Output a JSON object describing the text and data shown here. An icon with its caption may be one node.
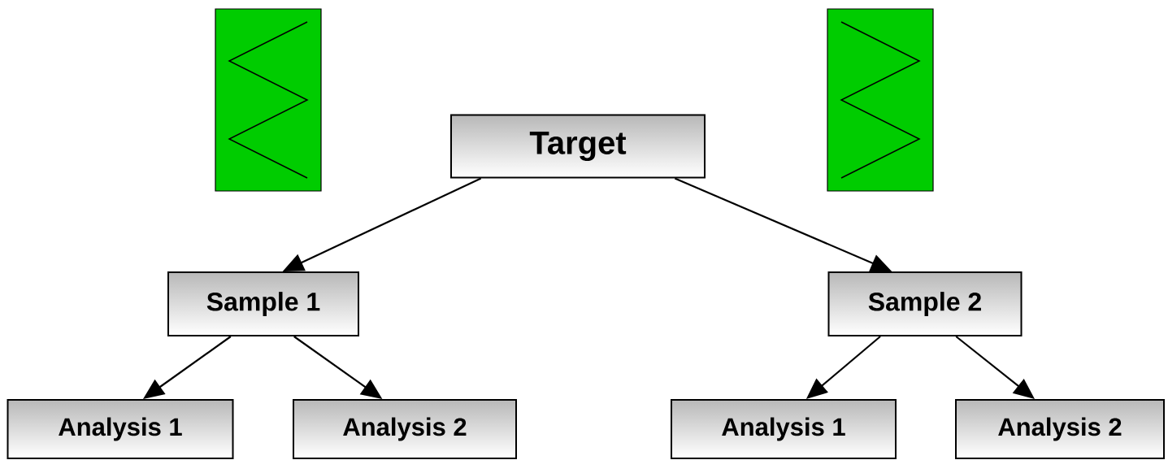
{
  "diagram": {
    "nodes": [
      {
        "text": [
          "Target"
        ]
      },
      {
        "text": [
          "Sample 1"
        ]
      },
      {
        "text": [
          "Sample 2"
        ]
      },
      {
        "text": [
          "Analysis 1"
        ]
      },
      {
        "text": [
          "Analysis 2"
        ]
      },
      {
        "text": [
          "Analysis 1"
        ]
      },
      {
        "text": [
          "Analysis 2"
        ]
      }
    ],
    "edges": [
      {
        "from": 0,
        "to": 1,
        "arrow": "to"
      },
      {
        "from": 0,
        "to": 2,
        "arrow": "to"
      },
      {
        "from": 1,
        "to": 3,
        "arrow": "to"
      },
      {
        "from": 1,
        "to": 4,
        "arrow": "to"
      },
      {
        "from": 2,
        "to": 5,
        "arrow": "to"
      },
      {
        "from": 2,
        "to": 6,
        "arrow": "to"
      }
    ]
  }
}
